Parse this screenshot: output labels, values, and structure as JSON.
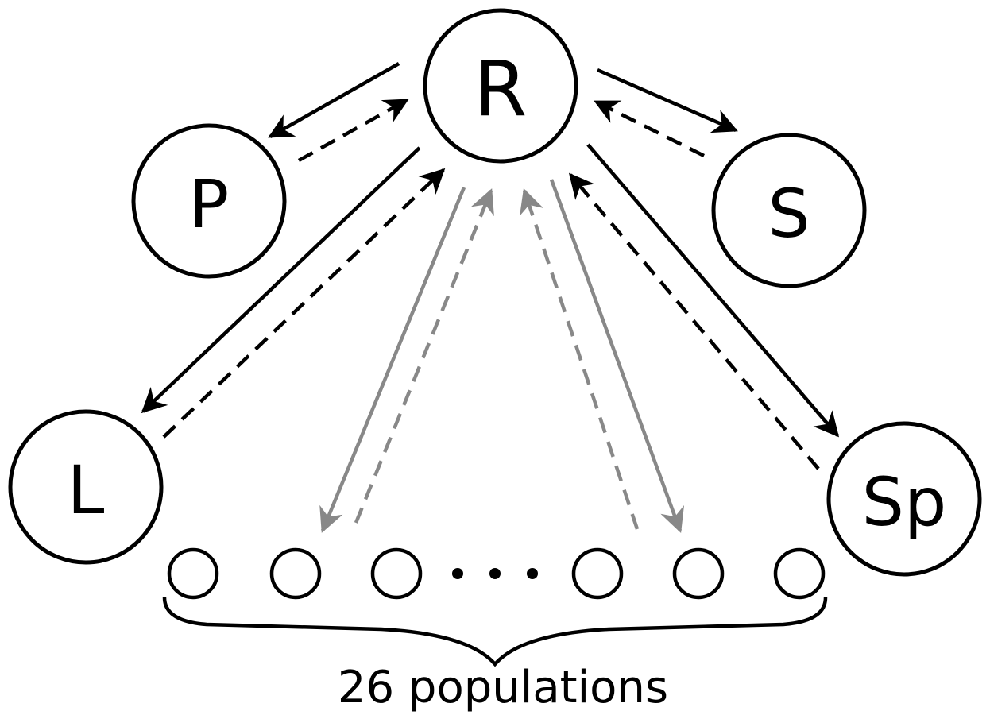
{
  "nodes": {
    "R": "R",
    "P": "P",
    "S": "S",
    "L": "L",
    "Sp": "Sp"
  },
  "populations": {
    "caption": "26 populations",
    "ellipsis": "• • •"
  },
  "colors": {
    "primary": "#000000",
    "secondary": "#888888"
  }
}
